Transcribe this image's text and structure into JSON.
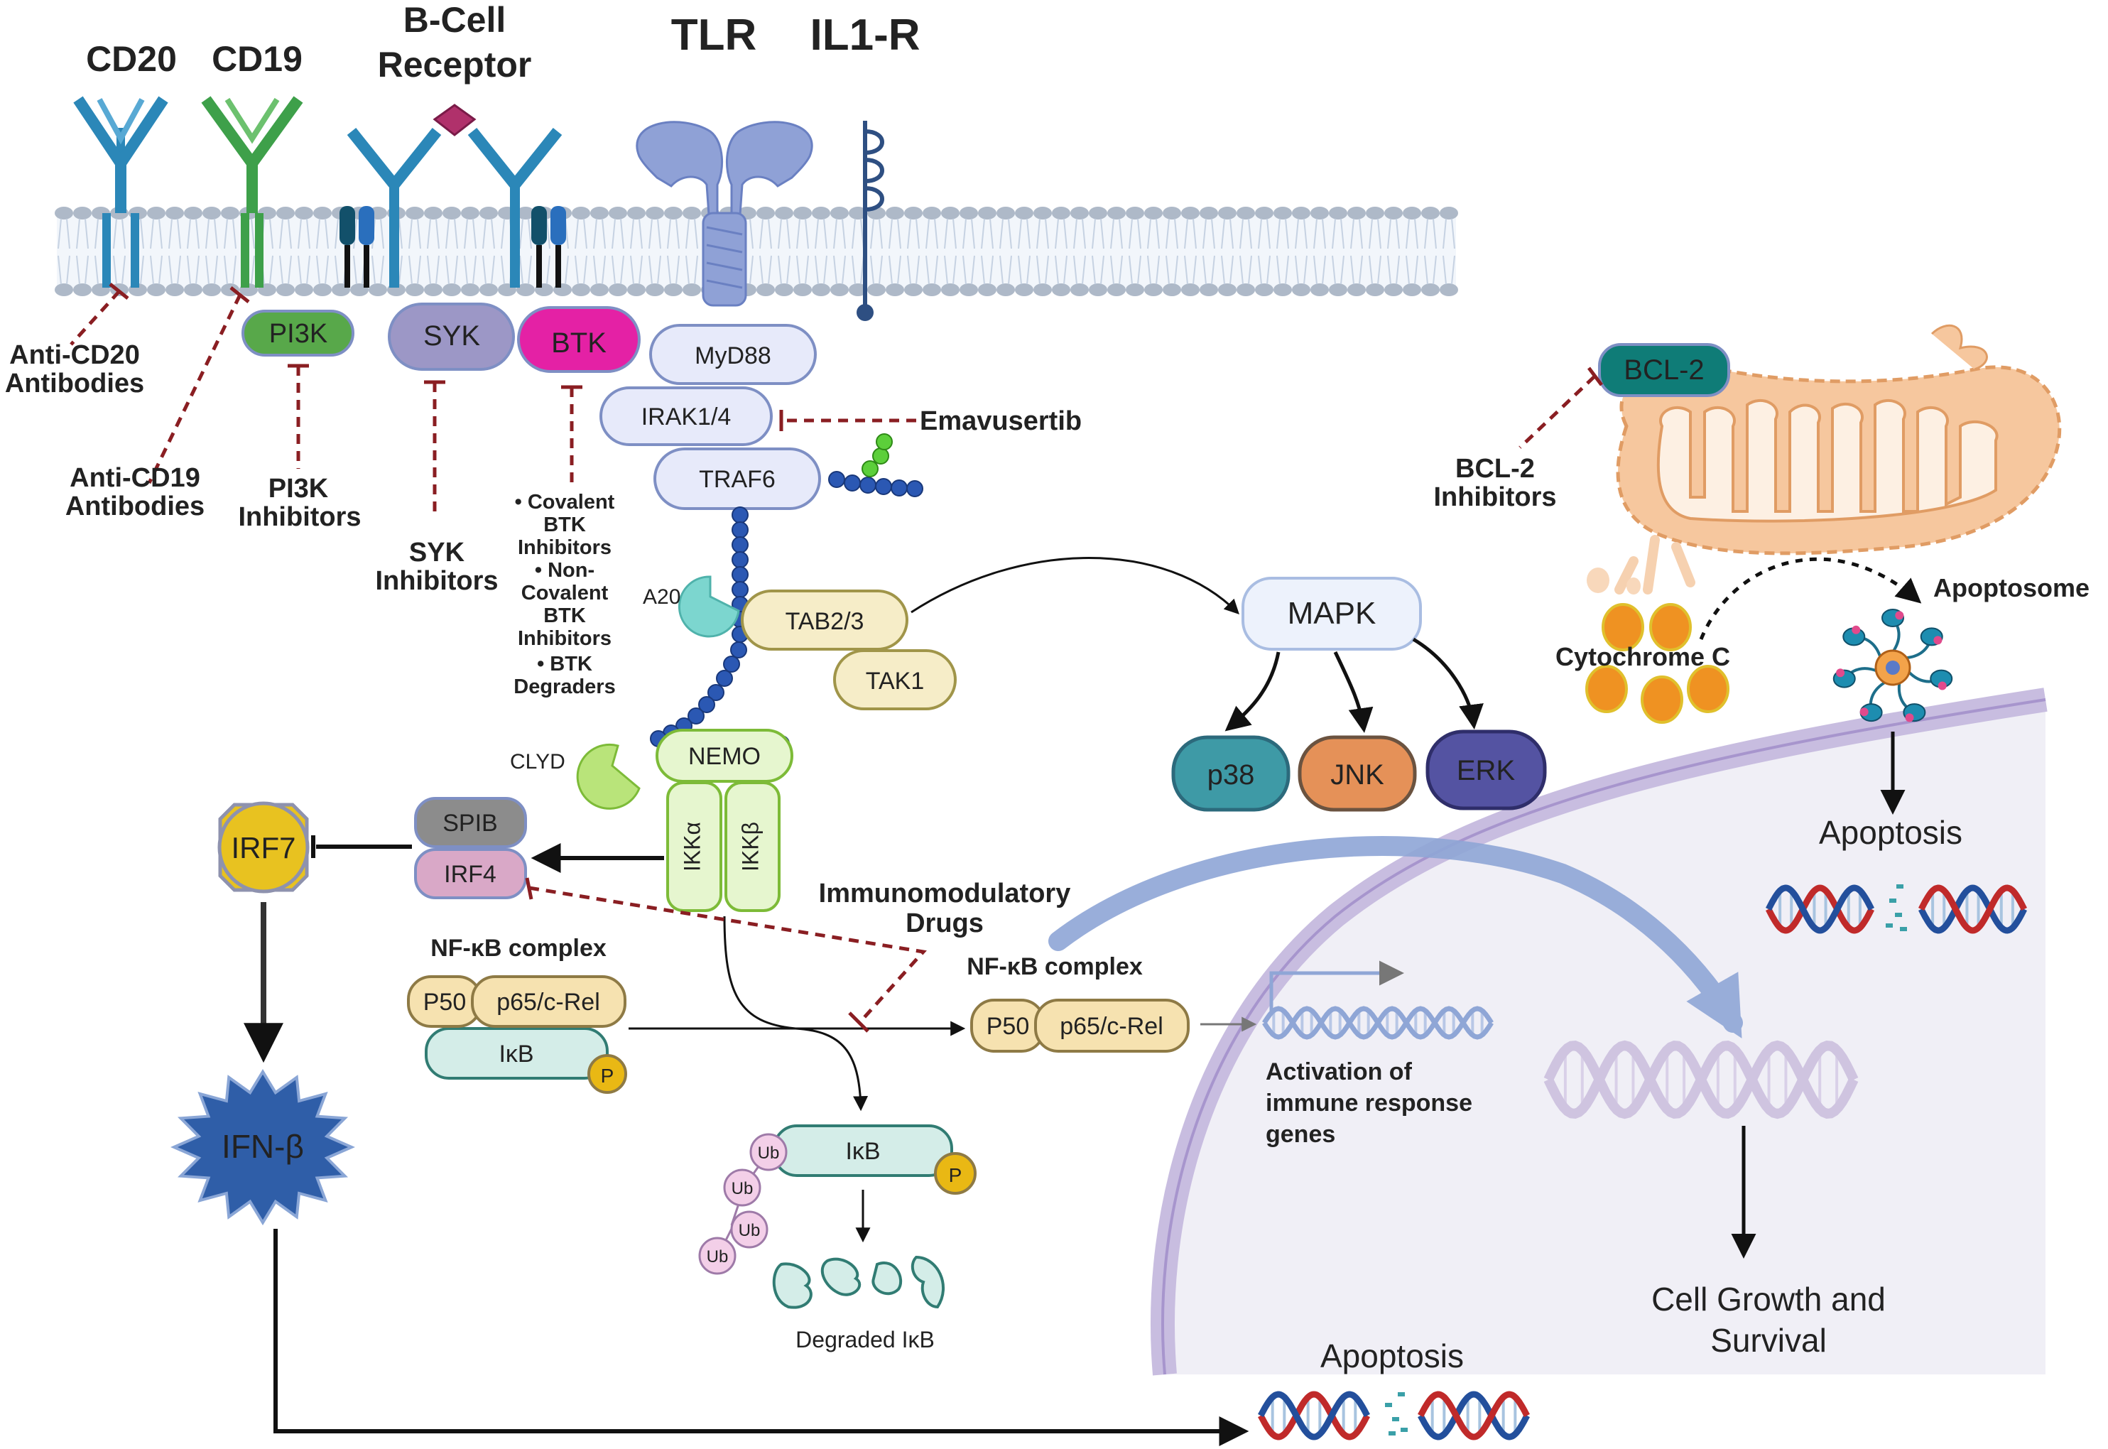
{
  "receptors": {
    "cd20": "CD20",
    "cd19": "CD19",
    "bcr_line1": "B-Cell",
    "bcr_line2": "Receptor",
    "tlr": "TLR",
    "il1r": "IL1-R"
  },
  "kinases": {
    "pi3k": "PI3K",
    "syk": "SYK",
    "btk": "BTK",
    "bcl2": "BCL-2"
  },
  "myddosome": {
    "myd88": "MyD88",
    "irak": "IRAK1/4",
    "traf6": "TRAF6",
    "a20": "A20",
    "tab23": "TAB2/3",
    "tak1": "TAK1",
    "clyd": "CLYD",
    "nemo": "NEMO",
    "ikka": "IKKα",
    "ikkb": "IKKβ"
  },
  "mapk": {
    "mapk": "MAPK",
    "p38": "p38",
    "jnk": "JNK",
    "erk": "ERK"
  },
  "irf": {
    "spib": "SPIB",
    "irf4": "IRF4",
    "irf7": "IRF7",
    "ifnb": "IFN-β"
  },
  "nfkb": {
    "complex_label": "NF-κB complex",
    "p50": "P50",
    "p65": "p65/c-Rel",
    "ikb": "IκB",
    "p": "P",
    "ub": "Ub",
    "degraded": "Degraded IκB"
  },
  "inhibitors": {
    "anti_cd20": [
      "Anti-CD20",
      "Antibodies"
    ],
    "anti_cd19": [
      "Anti-CD19",
      "Antibodies"
    ],
    "pi3k_inh": [
      "PI3K",
      "Inhibitors"
    ],
    "syk_inh": [
      "SYK",
      "Inhibitors"
    ],
    "btk_list": [
      "• Covalent",
      "BTK",
      "Inhibitors",
      "• Non-",
      "Covalent",
      "BTK",
      "Inhibitors",
      "• BTK",
      "Degraders"
    ],
    "emavusertib": "Emavusertib",
    "bcl2_inh": [
      "BCL-2",
      "Inhibitors"
    ],
    "imid": [
      "Immunomodulatory",
      "Drugs"
    ]
  },
  "mito": {
    "cytochrome": "Cytochrome C",
    "apoptosome": "Apoptosome",
    "apoptosis": "Apoptosis"
  },
  "nucleus": {
    "activation": [
      "Activation of",
      "immune response",
      "genes"
    ],
    "growth": [
      "Cell Growth and",
      "Survival"
    ],
    "apoptosis_bottom": "Apoptosis"
  }
}
